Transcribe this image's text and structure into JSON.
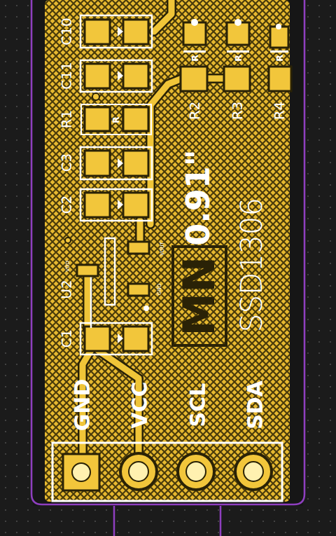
{
  "diagram": {
    "nodes": [
      {
        "text": [
          "R"
        ]
      },
      {
        "text": [
          "MN"
        ]
      }
    ],
    "labels": [
      "C10",
      "C11",
      "R1",
      "C3",
      "C2",
      "U2",
      "C1",
      "VDD",
      "VOUT",
      "GND",
      "R",
      "R",
      "R",
      "R2",
      "R3",
      "R4",
      "0.91\"",
      "SSD1306",
      "GND",
      "VCC",
      "SCL",
      "SDA"
    ]
  }
}
